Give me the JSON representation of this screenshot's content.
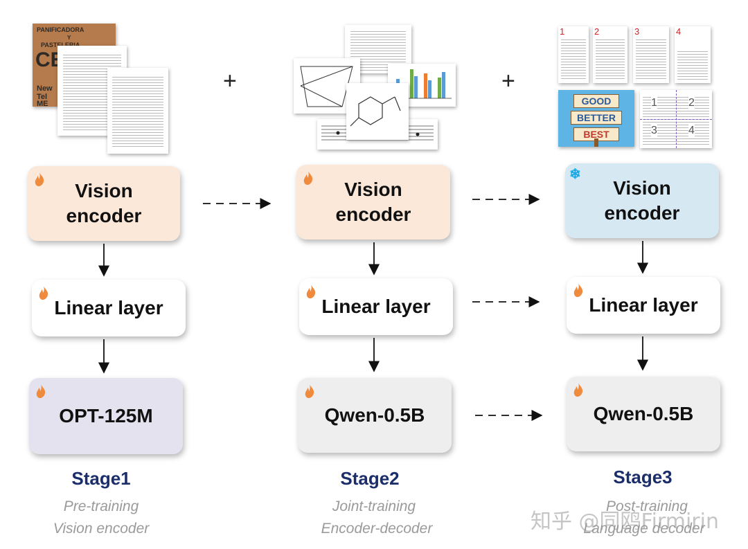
{
  "stages": [
    {
      "title": "Stage1",
      "subtitle": [
        "Pre-training",
        "Vision encoder"
      ],
      "vision": "Vision\nencoder",
      "linear": "Linear layer",
      "decoder": "OPT-125M"
    },
    {
      "title": "Stage2",
      "subtitle": [
        "Joint-training",
        "Encoder-decoder"
      ],
      "vision": "Vision\nencoder",
      "linear": "Linear layer",
      "decoder": "Qwen-0.5B"
    },
    {
      "title": "Stage3",
      "subtitle": [
        "Post-training",
        "Language decoder"
      ],
      "vision": "Vision\nencoder",
      "linear": "Linear layer",
      "decoder": "Qwen-0.5B"
    }
  ],
  "plus_sign": "+",
  "stage3_page_numbers": [
    "1",
    "2",
    "3",
    "4"
  ],
  "stage3_grid_numbers": [
    "1",
    "2",
    "3",
    "4"
  ],
  "signpost_words": [
    "GOOD",
    "BETTER",
    "BEST"
  ],
  "poster_text": [
    "PANIFICADORA",
    "Y",
    "PASTELERIA",
    "CE",
    "New",
    "Tel",
    "ME"
  ],
  "watermark": "知乎 @同鸥Firmirin",
  "colors": {
    "encoder_trainable": "#fbe8d9",
    "encoder_frozen": "#d6e8f2",
    "opt_box": "#e4e2ee",
    "qwen_box": "#eeeeee",
    "stage_title": "#1b2e6b",
    "subtitle": "#9a9a9a",
    "flame": "#f08a3c",
    "snowflake": "#1aa7e6"
  },
  "icons": {
    "trainable": "flame-icon",
    "frozen": "snowflake-icon"
  }
}
